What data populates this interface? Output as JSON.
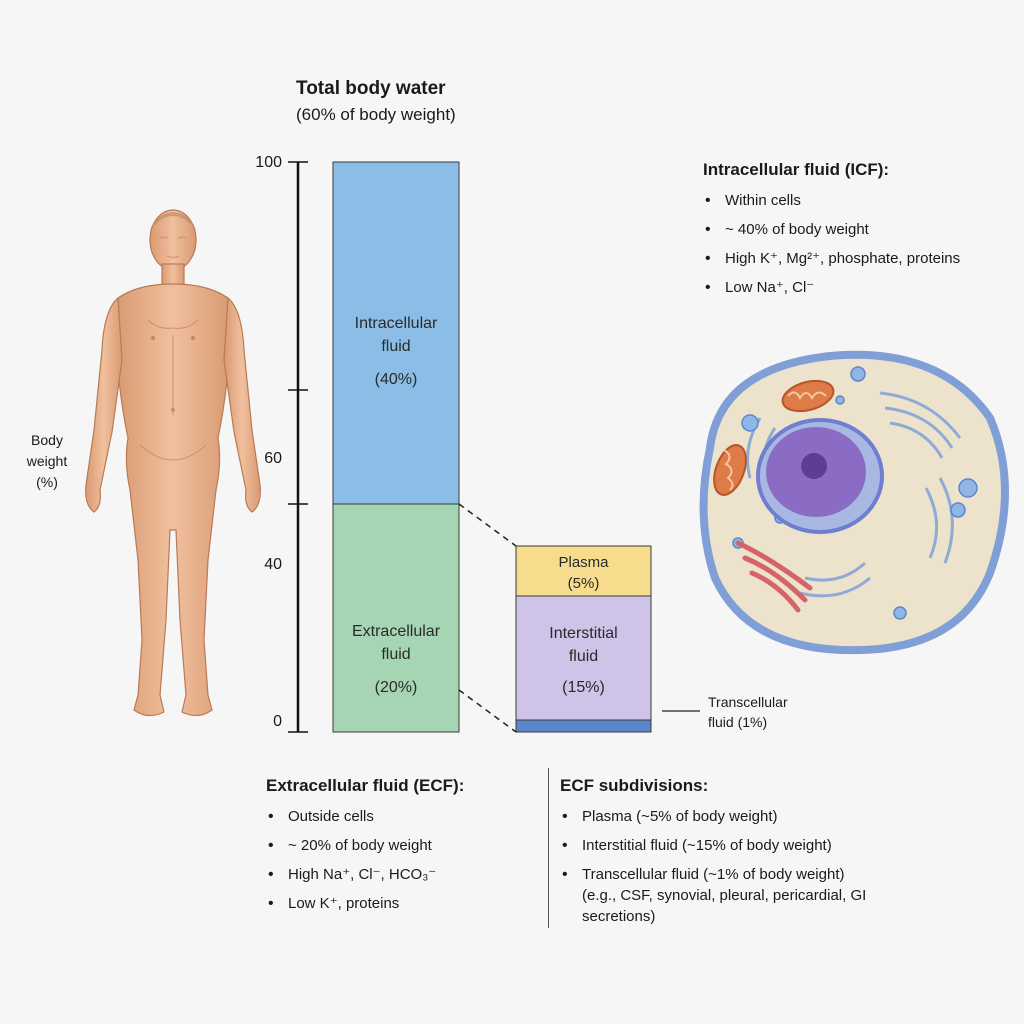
{
  "header": {
    "title": "Total body water",
    "subtitle": "(60% of body weight)"
  },
  "axis": {
    "label_line1": "Body",
    "label_line2": "weight",
    "label_line3": "(%)",
    "ticks": [
      "100",
      "60",
      "40",
      "0"
    ]
  },
  "main_bar": {
    "icf": {
      "line1": "Intracellular",
      "line2": "fluid",
      "line3": "(40%)",
      "color": "#8bbde6"
    },
    "ecf": {
      "line1": "Extracellular",
      "line2": "fluid",
      "line3": "(20%)",
      "color": "#a6d5b3"
    }
  },
  "ecf_bar": {
    "plasma": {
      "line1": "Plasma",
      "line2": "(5%)",
      "color": "#f7dc8e"
    },
    "interstitial": {
      "line1": "Interstitial",
      "line2": "fluid",
      "line3": "(15%)",
      "color": "#cfc3e8"
    },
    "transcellular": {
      "line1": "Transcellular",
      "line2": "fluid (1%)",
      "color": "#5b86cc"
    }
  },
  "chart_data": {
    "type": "bar",
    "ylim": [
      0,
      100
    ],
    "yticks": [
      0,
      40,
      60,
      100
    ],
    "main_stack": [
      {
        "name": "Extracellular fluid",
        "from": 0,
        "to": 40
      },
      {
        "name": "Intracellular fluid",
        "from": 40,
        "to": 100
      }
    ],
    "ecf_stack": [
      {
        "name": "Transcellular fluid",
        "from": 0,
        "to": 1
      },
      {
        "name": "Interstitial fluid",
        "from": 1,
        "to": 15
      },
      {
        "name": "Plasma",
        "from": 15,
        "to": 20
      }
    ]
  },
  "icf_panel": {
    "heading": "Intracellular fluid (ICF):",
    "items": [
      "Within cells",
      "~ 40% of body weight",
      "High K⁺, Mg²⁺, phosphate, proteins",
      "Low Na⁺, Cl⁻"
    ]
  },
  "ecf_panel": {
    "heading": "Extracellular fluid (ECF):",
    "items": [
      "Outside cells",
      "~ 20% of body weight",
      "High Na⁺, Cl⁻, HCO₃⁻",
      "Low K⁺, proteins"
    ]
  },
  "subdivisions_panel": {
    "heading": "ECF subdivisions:",
    "items": [
      "Plasma (~5% of body weight)",
      "Interstitial fluid (~15% of body weight)",
      "Transcellular fluid (~1% of body weight)"
    ],
    "transcellular_note": "(e.g., CSF, synovial, pleural, pericardial, GI secretions)"
  },
  "colors": {
    "skin": "#eab48f",
    "skin_shade": "#cf8e66",
    "cell_membrane": "#7f9fd6",
    "cytoplasm": "#ede3cd",
    "nucleus": "#8a6cc4",
    "mitochondria": "#de7b47",
    "golgi": "#d4646a",
    "er": "#7ea2d8"
  }
}
